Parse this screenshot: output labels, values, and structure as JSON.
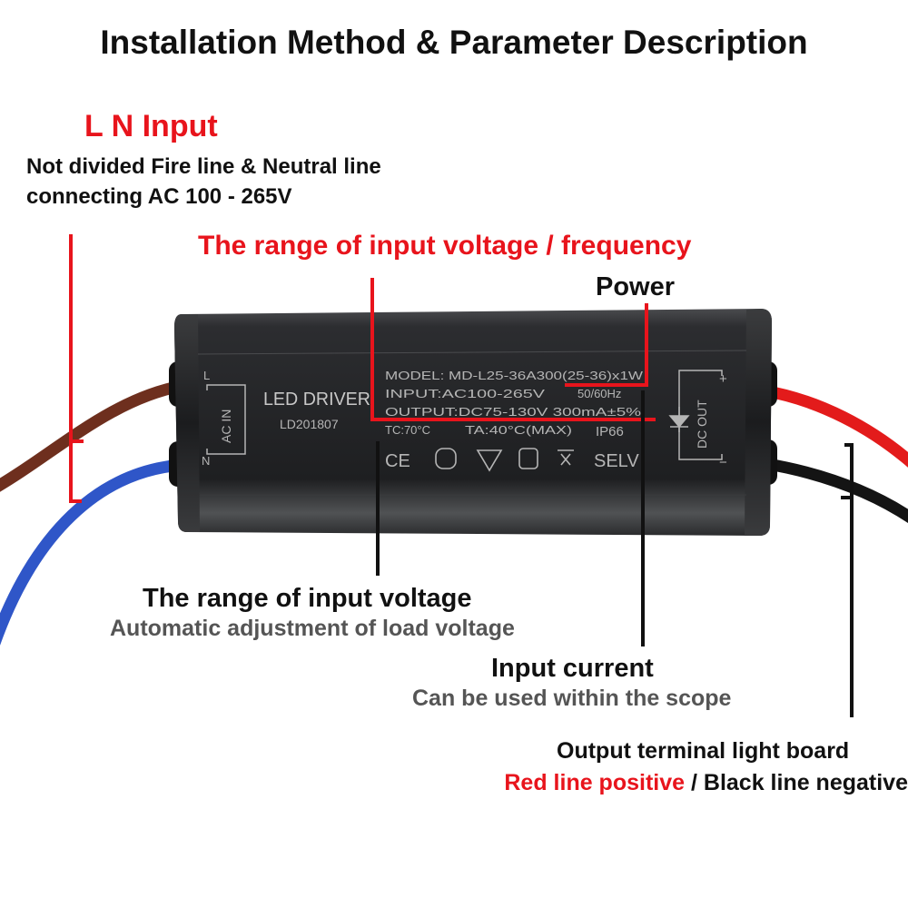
{
  "title": "Installation Method & Parameter Description",
  "input_section": {
    "heading": "L N Input",
    "line1": "Not divided Fire line & Neutral line",
    "line2": "connecting AC 100 - 265V"
  },
  "range_heading": "The range of input voltage / frequency",
  "power_label": "Power",
  "voltage_range": {
    "title": "The range of input voltage",
    "subtitle": "Automatic adjustment of load voltage"
  },
  "input_current": {
    "title": "Input current",
    "subtitle": "Can be used within the scope"
  },
  "output": {
    "title": "Output terminal light board",
    "red_part": "Red line positive",
    "separator": " / ",
    "black_part": "Black line negative"
  },
  "device": {
    "name": "LED DRIVER",
    "code": "LD201807",
    "left_terminal": "AC IN",
    "left_l": "L",
    "left_n": "N",
    "right_terminal": "DC OUT",
    "right_plus": "+",
    "right_minus": "−",
    "model": "MODEL: MD-L25-36A300(25-36)x1W",
    "input": "INPUT:AC100-265V",
    "freq": "50/60Hz",
    "output": "OUTPUT:DC75-130V 300mA±5%",
    "tc": "TC:70°C",
    "ta": "TA:40°C(MAX)",
    "ip": "IP66",
    "ce": "CE",
    "selv": "SELV"
  },
  "colors": {
    "accent_red": "#e8141c",
    "text_black": "#111111",
    "subtitle_gray": "#555555",
    "case": "#2a2b2d",
    "wire_brown": "#6e2f1e",
    "wire_blue": "#2f56c8",
    "wire_red": "#e31b1b",
    "wire_black": "#141414"
  }
}
